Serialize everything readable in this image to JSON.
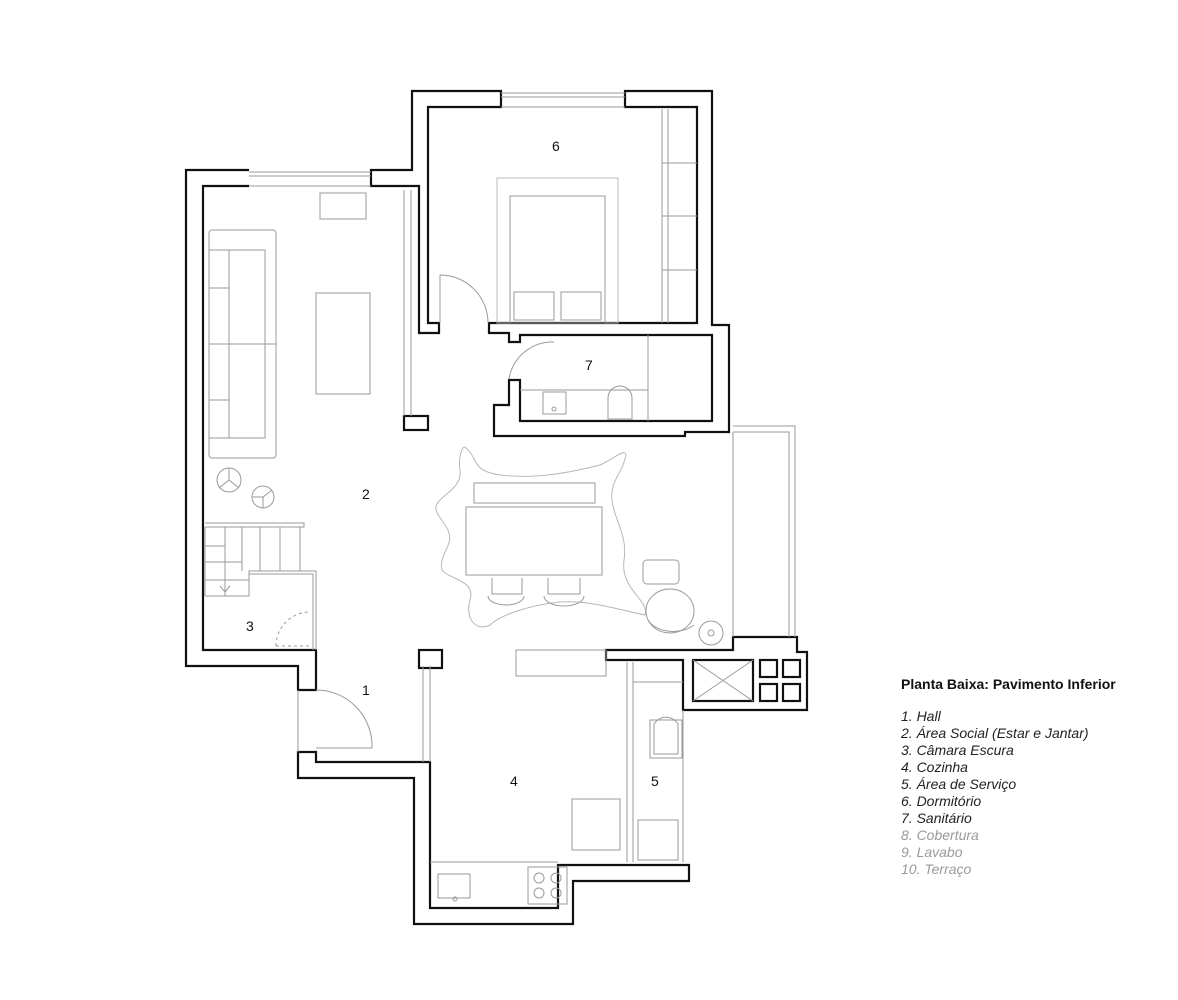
{
  "rooms": [
    {
      "id": "1",
      "number": "1"
    },
    {
      "id": "2",
      "number": "2"
    },
    {
      "id": "3",
      "number": "3"
    },
    {
      "id": "4",
      "number": "4"
    },
    {
      "id": "5",
      "number": "5"
    },
    {
      "id": "6",
      "number": "6"
    },
    {
      "id": "7",
      "number": "7"
    }
  ],
  "legend": {
    "title": "Planta Baixa: Pavimento Inferior",
    "items": [
      {
        "text": "1. Hall",
        "muted": false
      },
      {
        "text": "2. Área Social (Estar e Jantar)",
        "muted": false
      },
      {
        "text": "3. Câmara Escura",
        "muted": false
      },
      {
        "text": "4. Cozinha",
        "muted": false
      },
      {
        "text": "5. Área de Serviço",
        "muted": false
      },
      {
        "text": "6. Dormitório",
        "muted": false
      },
      {
        "text": "7. Sanitário",
        "muted": false
      },
      {
        "text": "8. Cobertura",
        "muted": true
      },
      {
        "text": "9. Lavabo",
        "muted": true
      },
      {
        "text": "10. Terraço",
        "muted": true
      }
    ]
  },
  "colors": {
    "wall": "#111111",
    "furniture": "#9a9a9a",
    "muted_text": "#9a9a9a"
  }
}
